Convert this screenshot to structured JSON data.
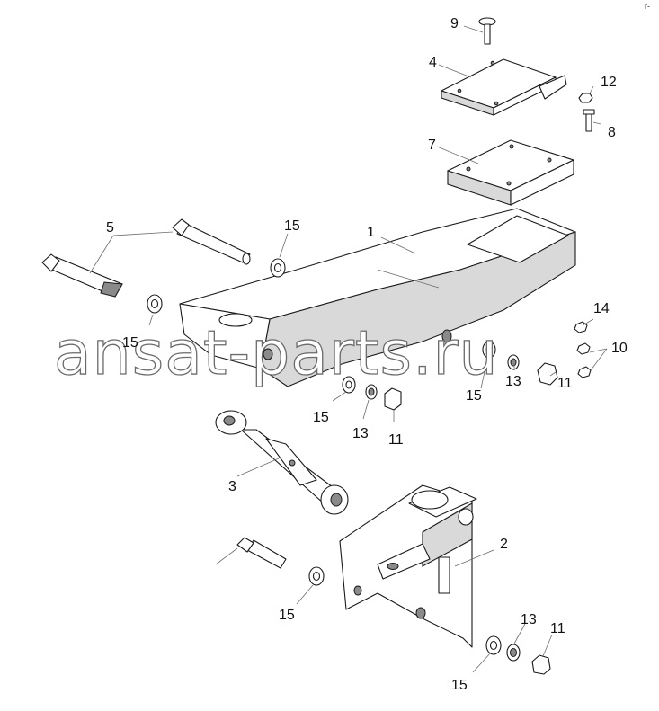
{
  "diagram": {
    "watermark": "ansat-parts.ru",
    "corner_mark": "r-",
    "callouts": {
      "c1": "1",
      "c2": "2",
      "c3": "3",
      "c4": "4",
      "c5": "5",
      "c7": "7",
      "c8": "8",
      "c9": "9",
      "c10": "10",
      "c11a": "11",
      "c11b": "11",
      "c11c": "11",
      "c12": "12",
      "c13a": "13",
      "c13b": "13",
      "c13c": "13",
      "c14": "14",
      "c15a": "15",
      "c15b": "15",
      "c15c": "15",
      "c15d": "15",
      "c15e": "15",
      "c15f": "15"
    }
  }
}
